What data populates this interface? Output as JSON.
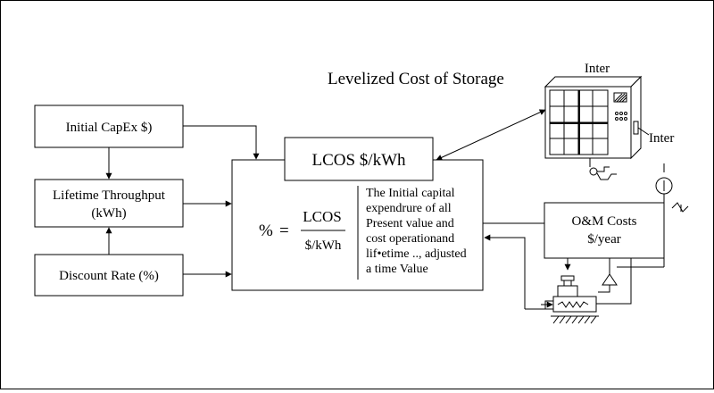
{
  "diagram": {
    "title": "Levelized Cost of Storage",
    "boxes": {
      "capex": "Initial CapEx $)",
      "throughput_line1": "Lifetime Throughput",
      "throughput_line2": "(kWh)",
      "discount": "Discount Rate (%)",
      "lcos": "LCOS $/kWh",
      "om_line1": "O&M Costs",
      "om_line2": "$/year"
    },
    "formula": {
      "lhs": "%",
      "equals": "=",
      "numerator": "LCOS",
      "denominator": "$/kWh"
    },
    "description": [
      "The Initial capital",
      "expendrure of all",
      "Present value and",
      "cost operationand",
      "lif•etime .., adjusted",
      "a time Value"
    ],
    "equipment_labels": {
      "top": "Inter",
      "side": "Inter"
    }
  }
}
